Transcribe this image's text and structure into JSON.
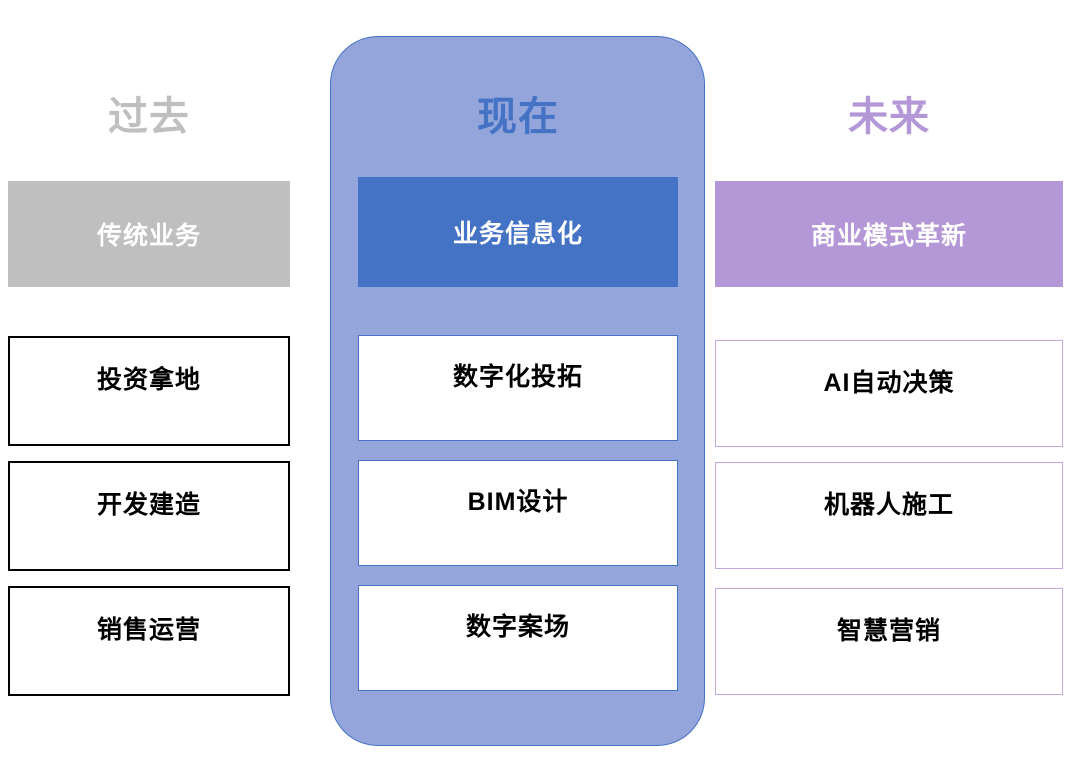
{
  "diagram": {
    "background": "#ffffff",
    "columns": [
      {
        "key": "past",
        "title": "过去",
        "title_color": "#bfbfbf",
        "header": {
          "label": "传统业务",
          "fill": "#bfbfbf",
          "text_color": "#ffffff"
        },
        "border_color": "#000000",
        "items": [
          {
            "label": "投资拿地"
          },
          {
            "label": "开发建造"
          },
          {
            "label": "销售运营"
          }
        ]
      },
      {
        "key": "now",
        "title": "现在",
        "title_color": "#4472c4",
        "header": {
          "label": "业务信息化",
          "fill": "#4472c4",
          "text_color": "#ffffff"
        },
        "border_color": "#4472c4",
        "highlight_fill": "#93a5da",
        "highlight_border": "#4472c4",
        "items": [
          {
            "label": "数字化投拓"
          },
          {
            "label": "BIM设计"
          },
          {
            "label": "数字案场"
          }
        ]
      },
      {
        "key": "future",
        "title": "未来",
        "title_color": "#b497d6",
        "header": {
          "label": "商业模式革新",
          "fill": "#b497d6",
          "text_color": "#ffffff"
        },
        "border_color": "#c4a9e0",
        "items": [
          {
            "label": "AI自动决策"
          },
          {
            "label": "机器人施工"
          },
          {
            "label": "智慧营销"
          }
        ]
      }
    ]
  }
}
